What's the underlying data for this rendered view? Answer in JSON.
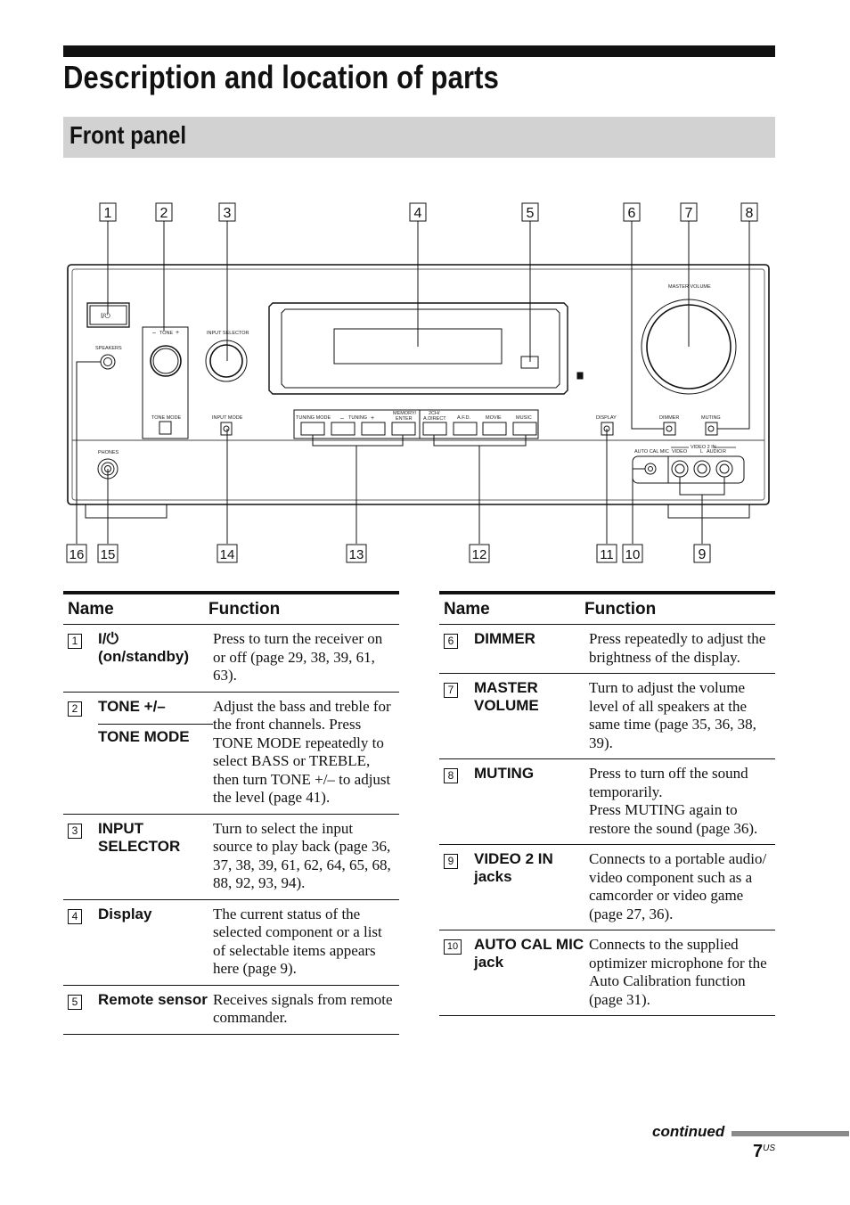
{
  "page_title": "Description and location of parts",
  "section_title": "Front panel",
  "callouts_top": [
    "1",
    "2",
    "3",
    "4",
    "5",
    "6",
    "7",
    "8"
  ],
  "callouts_bottom": [
    "16",
    "15",
    "14",
    "13",
    "12",
    "11",
    "10",
    "9"
  ],
  "panel_labels": {
    "power": "I/⏻",
    "speakers": "SPEAKERS",
    "tone": "TONE",
    "minus": "–",
    "plus": "+",
    "input_selector": "INPUT SELECTOR",
    "master_volume": "MASTER VOLUME",
    "tone_mode": "TONE MODE",
    "input_mode": "INPUT MODE",
    "tuning_mode": "TUNING MODE",
    "tuning": "TUNING",
    "memory_enter_1": "MEMORY/",
    "memory_enter_2": "ENTER",
    "two_ch_1": "2CH/",
    "two_ch_2": "A.DIRECT",
    "afd": "A.F.D.",
    "movie": "MOVIE",
    "music": "MUSIC",
    "display": "DISPLAY",
    "dimmer": "DIMMER",
    "muting": "MUTING",
    "phones": "PHONES",
    "auto_cal_mic": "AUTO CAL MIC",
    "video2in": "VIDEO 2 IN",
    "video": "VIDEO",
    "l": "L",
    "audio": "AUDIO",
    "r": "R"
  },
  "table_left": {
    "header_name": "Name",
    "header_function": "Function",
    "rows": [
      {
        "num": "1",
        "name": "I/⏻ (on/standby)",
        "function": [
          "Press to turn the receiver on",
          "or off (page 29, 38, 39, 61,",
          "63)."
        ]
      },
      {
        "num": "2",
        "name": "TONE +/–",
        "name2": "TONE MODE",
        "function": [
          "Adjust the bass and treble for",
          "the front channels. Press",
          "TONE MODE repeatedly to",
          "select BASS or TREBLE,",
          "then turn TONE +/– to adjust",
          "the level (page 41)."
        ]
      },
      {
        "num": "3",
        "name": "INPUT SELECTOR",
        "function": [
          "Turn to select the input",
          "source to play back (page 36,",
          "37, 38, 39, 61, 62, 64, 65, 68,",
          "88, 92, 93, 94)."
        ]
      },
      {
        "num": "4",
        "name": "Display",
        "function": [
          "The current status of the",
          "selected component or a list",
          "of selectable items appears",
          "here (page 9)."
        ]
      },
      {
        "num": "5",
        "name": "Remote sensor",
        "function": [
          "Receives signals from remote",
          "commander."
        ]
      }
    ]
  },
  "table_right": {
    "header_name": "Name",
    "header_function": "Function",
    "rows": [
      {
        "num": "6",
        "name": "DIMMER",
        "function": [
          "Press repeatedly to adjust the",
          "brightness of the display."
        ]
      },
      {
        "num": "7",
        "name": "MASTER VOLUME",
        "function": [
          "Turn to adjust the volume",
          "level of all speakers at the",
          "same time (page 35, 36, 38,",
          "39)."
        ]
      },
      {
        "num": "8",
        "name": "MUTING",
        "function": [
          "Press to turn off the sound",
          "temporarily.",
          "Press MUTING again to",
          "restore the sound (page 36)."
        ]
      },
      {
        "num": "9",
        "name": "VIDEO 2 IN jacks",
        "function": [
          "Connects to a portable audio/",
          "video component such as a",
          "camcorder or video game",
          "(page 27, 36)."
        ]
      },
      {
        "num": "10",
        "name": "AUTO CAL MIC jack",
        "function": [
          "Connects to the supplied",
          "optimizer microphone for the",
          "Auto Calibration function",
          "(page 31)."
        ]
      }
    ]
  },
  "footer": {
    "continued": "continued",
    "page": "7",
    "page_suffix": "US"
  }
}
